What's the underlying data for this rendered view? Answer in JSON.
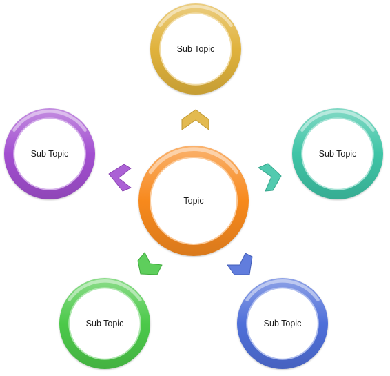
{
  "center": {
    "label": "Topic",
    "color": "#F7891E"
  },
  "subtopics": [
    {
      "id": "top",
      "label": "Sub Topic",
      "color": "#E0B23C"
    },
    {
      "id": "right",
      "label": "Sub Topic",
      "color": "#3FC4A6"
    },
    {
      "id": "bottom-right",
      "label": "Sub Topic",
      "color": "#4F6FD9"
    },
    {
      "id": "bottom-left",
      "label": "Sub Topic",
      "color": "#4CC94A"
    },
    {
      "id": "left",
      "label": "Sub Topic",
      "color": "#A24FD0"
    }
  ]
}
